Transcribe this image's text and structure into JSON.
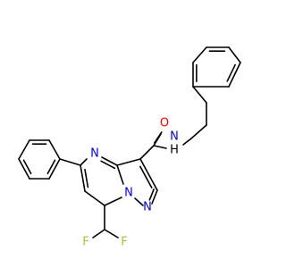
{
  "structure": {
    "colors": {
      "carbon_bond": "#000000",
      "nitrogen": "#0000ff",
      "oxygen": "#ff0000",
      "fluorine": "#99cc33",
      "background": "#ffffff"
    },
    "atom_labels": {
      "amide_oxygen": "O",
      "amide_nitrogen": "N",
      "amide_hydrogen": "H",
      "ring_nitrogen_4": "N",
      "ring_nitrogen_bridge": "N",
      "ring_nitrogen_pyrazole": "N",
      "fluorine_1": "F",
      "fluorine_2": "F"
    }
  }
}
